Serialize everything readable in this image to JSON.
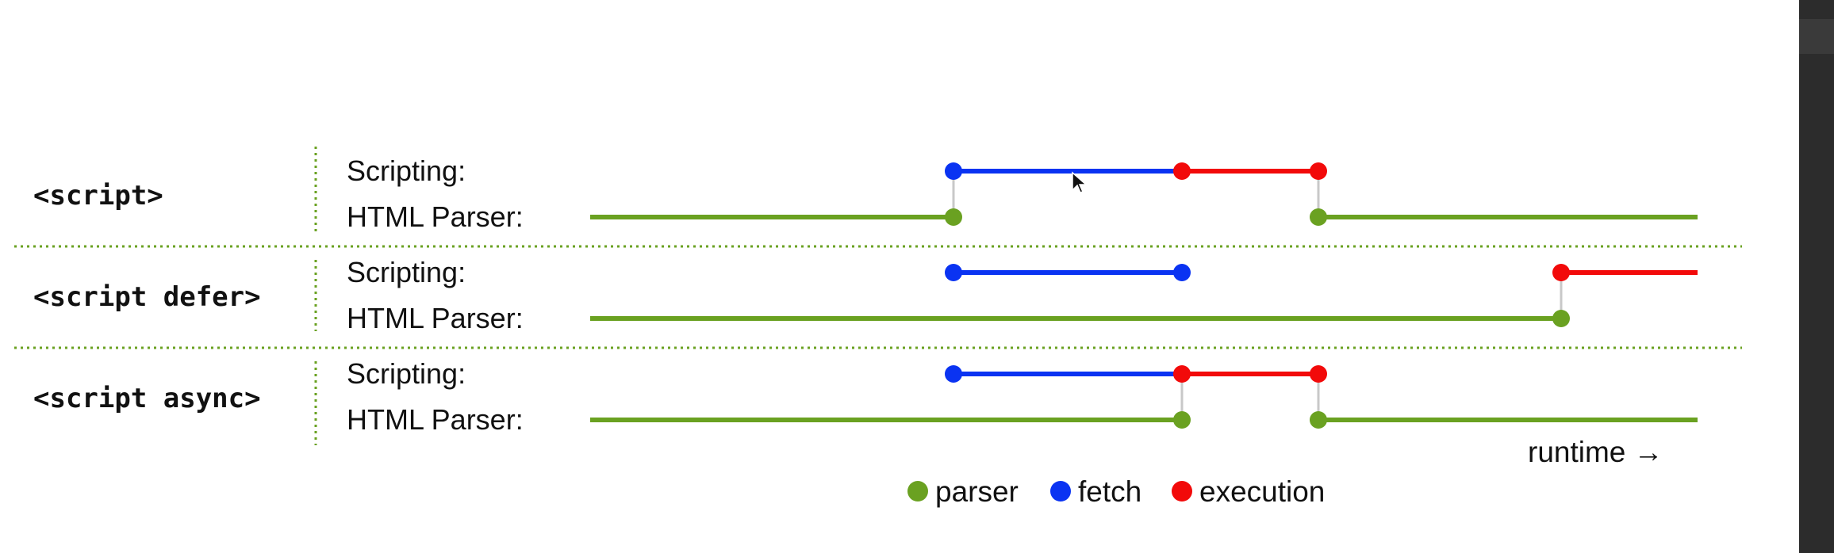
{
  "colors": {
    "parser": "#6aa121",
    "fetch": "#0a33f2",
    "execution": "#f20a0a",
    "connector": "#c8c8c8",
    "separator": "#6aa121"
  },
  "sections": [
    {
      "tag": "<script>",
      "scripting_label": "Scripting:",
      "parser_label": "HTML Parser:"
    },
    {
      "tag": "<script defer>",
      "scripting_label": "Scripting:",
      "parser_label": "HTML Parser:"
    },
    {
      "tag": "<script async>",
      "scripting_label": "Scripting:",
      "parser_label": "HTML Parser:"
    }
  ],
  "runtime_label": "runtime →",
  "legend": {
    "parser": "parser",
    "fetch": "fetch",
    "execution": "execution"
  },
  "cursor_icon": "mouse-pointer-icon"
}
